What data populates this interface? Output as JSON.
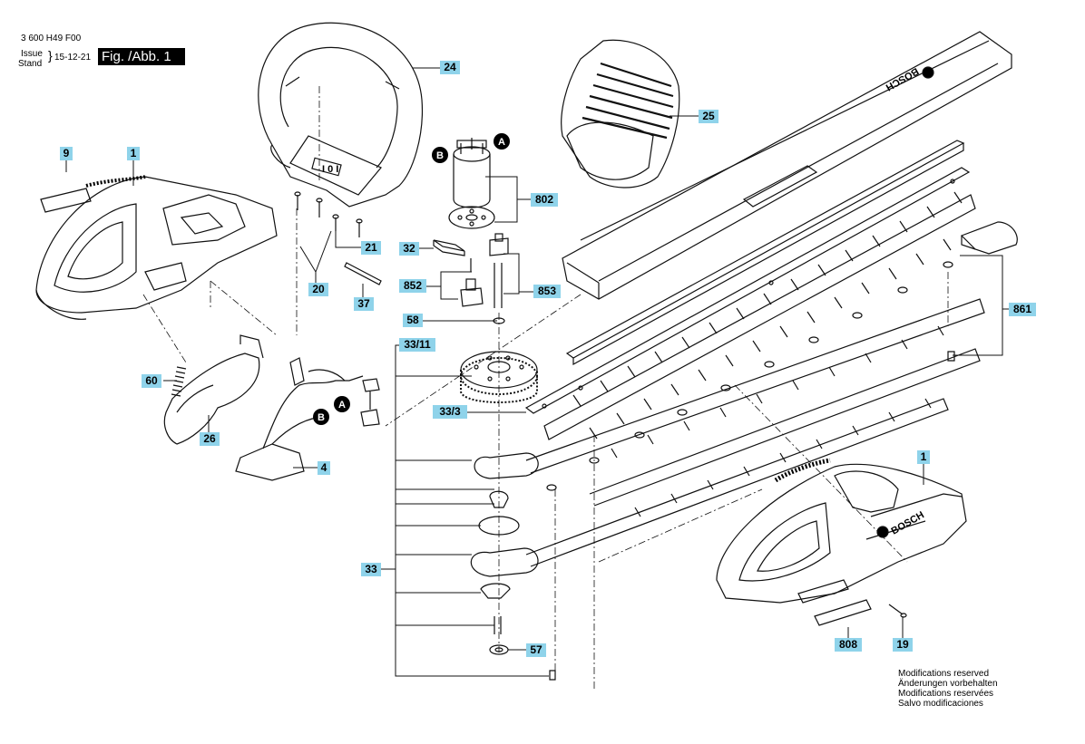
{
  "header": {
    "part_number": "3 600 H49 F00",
    "issue_label": "Issue",
    "stand_label": "Stand",
    "date": "15-12-21",
    "figure_label": "Fig. /Abb. 1"
  },
  "brand": "BOSCH",
  "switch_text": "I 0 I",
  "callouts": {
    "c1a": "1",
    "c9": "9",
    "c24": "24",
    "c25": "25",
    "c802": "802",
    "c21": "21",
    "c20": "20",
    "c37": "37",
    "c32": "32",
    "c852": "852",
    "c853": "853",
    "c58": "58",
    "c33_11": "33/11",
    "c33_3": "33/3",
    "c60": "60",
    "c26": "26",
    "c4": "4",
    "c861": "861",
    "c33": "33",
    "c57": "57",
    "c1b": "1",
    "c808": "808",
    "c19": "19"
  },
  "connector_badges": {
    "a": "A",
    "b": "B"
  },
  "notes": [
    "Modifications reserved",
    "Änderungen vorbehalten",
    "Modifications reservées",
    "Salvo modificaciones"
  ]
}
